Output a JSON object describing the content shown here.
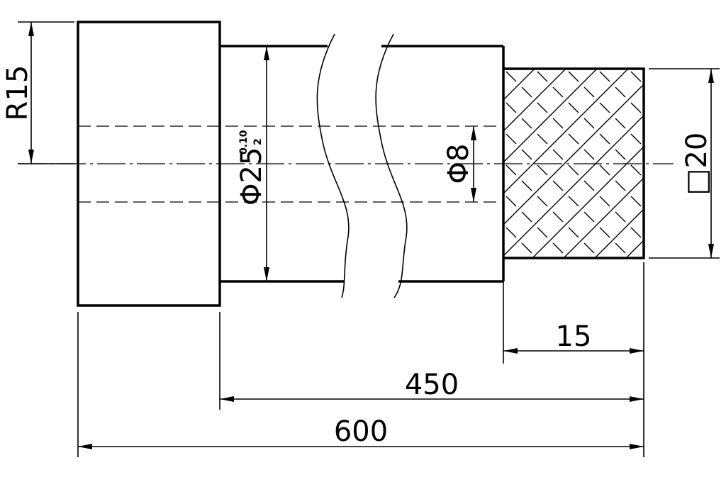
{
  "drawing": {
    "dimensions": {
      "radius": "R15",
      "shaft_diameter": "Φ25",
      "shaft_tolerance_upper": "0.10",
      "shaft_tolerance_lower": "2",
      "bore_diameter": "Φ8",
      "square": "□20",
      "knurl_length": "15",
      "shaft_length": "450",
      "total_length": "600"
    },
    "colors": {
      "line": "#000000",
      "background": "#ffffff"
    }
  }
}
